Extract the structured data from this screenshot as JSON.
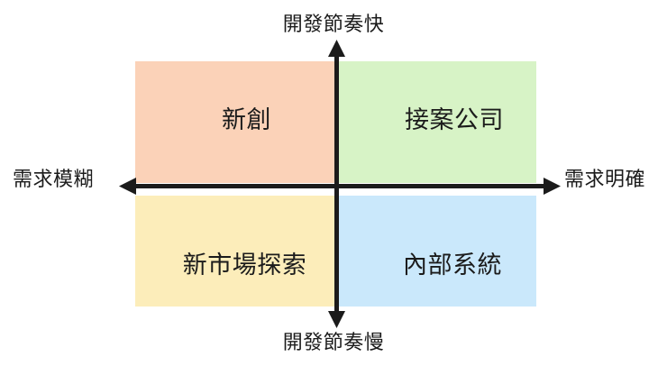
{
  "diagram": {
    "type": "2x2-quadrant-matrix",
    "axes": {
      "vertical": {
        "top_label": "開發節奏快",
        "bottom_label": "開發節奏慢"
      },
      "horizontal": {
        "left_label": "需求模糊",
        "right_label": "需求明確"
      }
    },
    "quadrants": [
      {
        "id": "top-left",
        "label": "新創",
        "color": "#FBD2B8"
      },
      {
        "id": "top-right",
        "label": "接案公司",
        "color": "#D7F3C6"
      },
      {
        "id": "bottom-left",
        "label": "新市場探索",
        "color": "#FCEDBA"
      },
      {
        "id": "bottom-right",
        "label": "內部系統",
        "color": "#CAE8FB"
      }
    ],
    "colors": {
      "axis": "#1b1b1b",
      "text": "#1b1b1b",
      "background": "#ffffff"
    }
  }
}
